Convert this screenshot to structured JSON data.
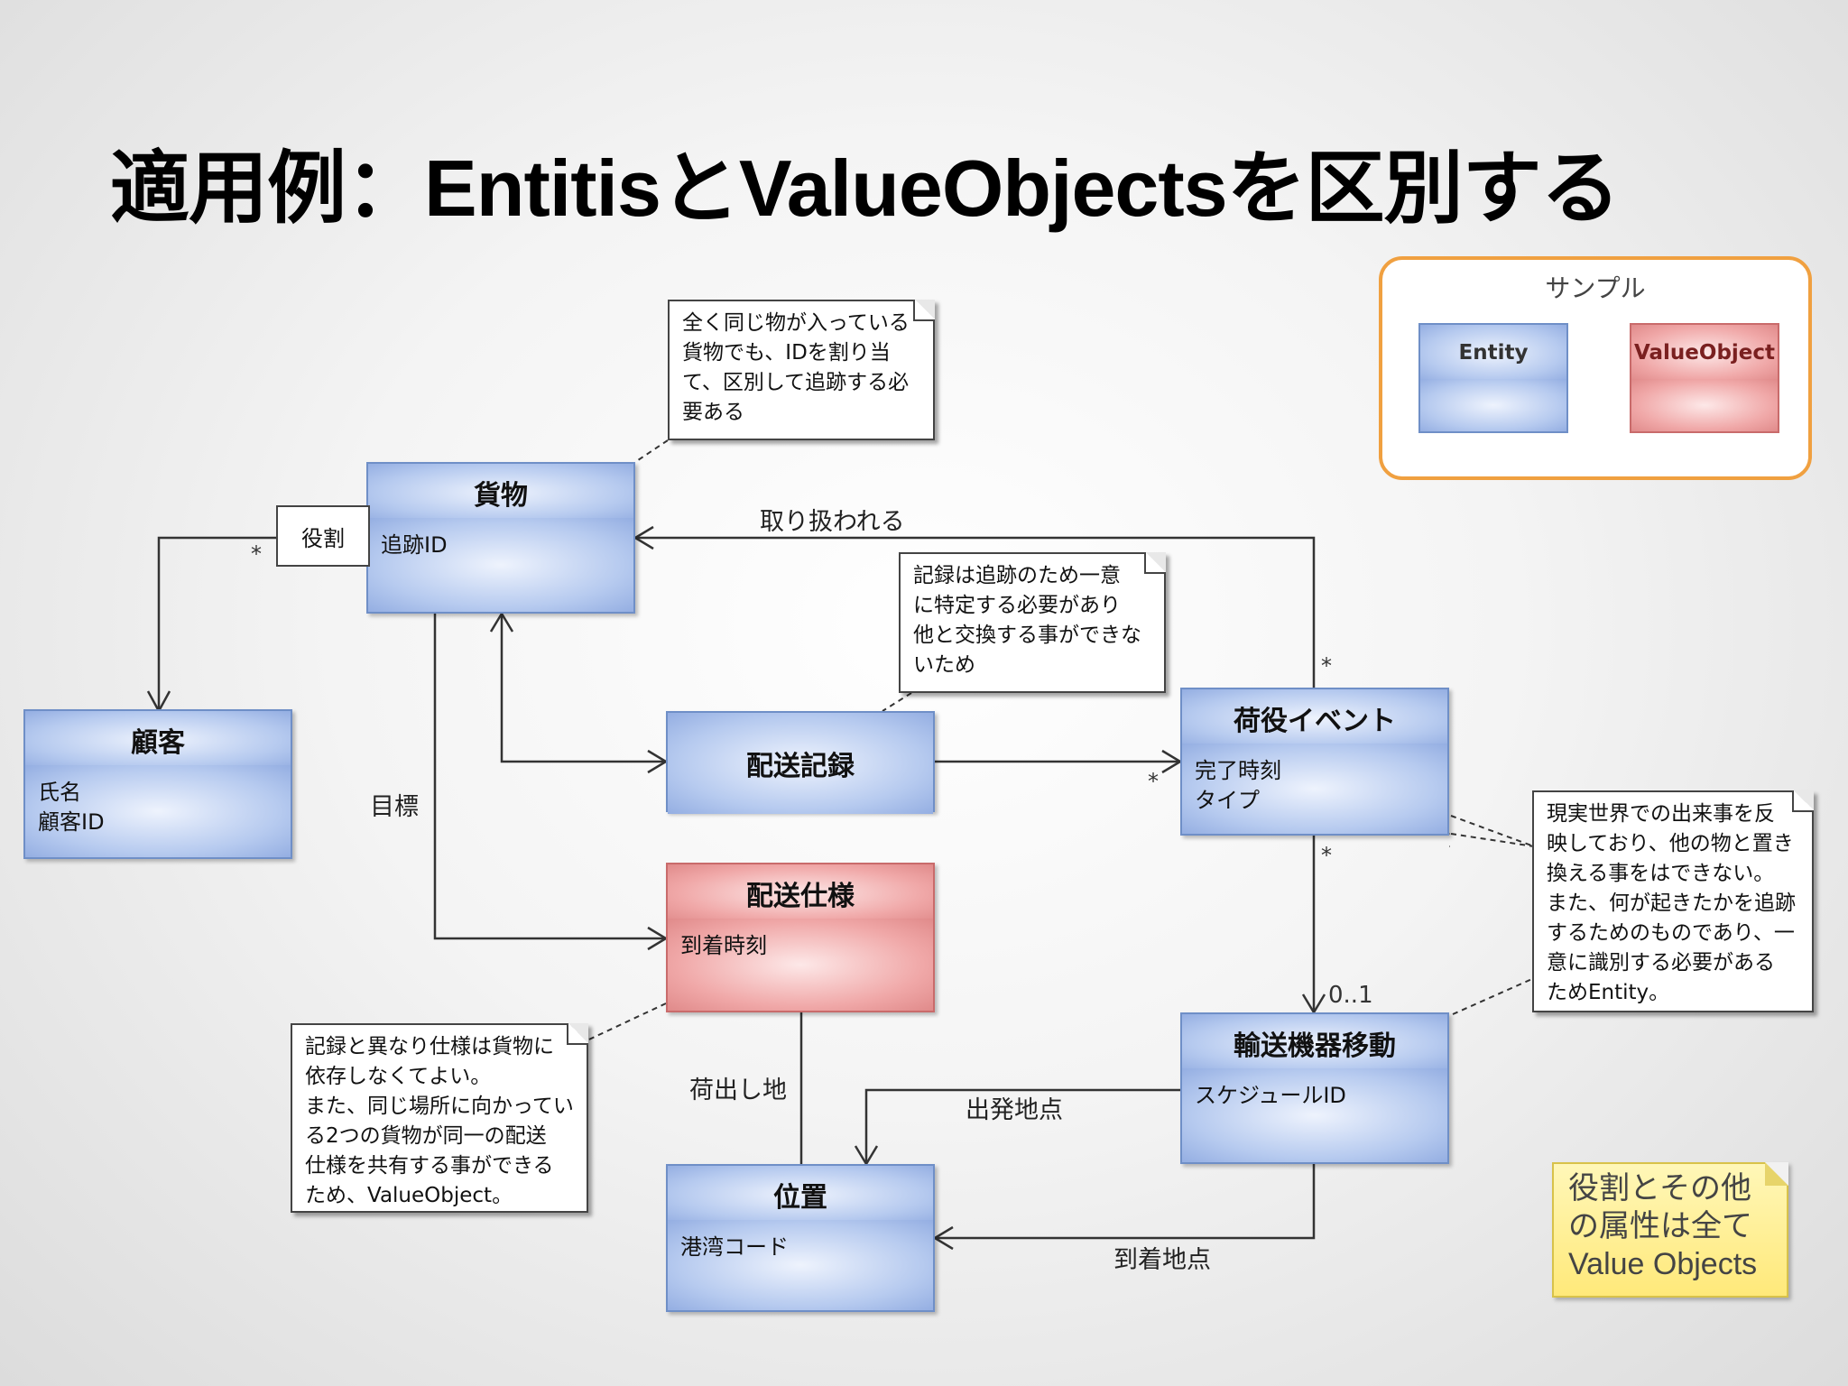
{
  "title": "適用例：EntitisとValueObjectsを区別する",
  "classes": {
    "cargo": {
      "name": "貨物",
      "attrs": [
        "追跡ID"
      ],
      "kind": "Entity"
    },
    "customer": {
      "name": "顧客",
      "attrs": [
        "氏名",
        "顧客ID"
      ],
      "kind": "Entity"
    },
    "delivery_history": {
      "name": "配送記録",
      "attrs": [],
      "kind": "Entity"
    },
    "handling_event": {
      "name": "荷役イベント",
      "attrs": [
        "完了時刻",
        "タイプ"
      ],
      "kind": "Entity"
    },
    "delivery_spec": {
      "name": "配送仕様",
      "attrs": [
        "到着時刻"
      ],
      "kind": "ValueObject"
    },
    "carrier_movement": {
      "name": "輸送機器移動",
      "attrs": [
        "スケジュールID"
      ],
      "kind": "Entity"
    },
    "location": {
      "name": "位置",
      "attrs": [
        "港湾コード"
      ],
      "kind": "Entity"
    }
  },
  "relations": {
    "role": "役割",
    "handled": "取り扱われる",
    "goal": "目標",
    "origin": "荷出し地",
    "departure": "出発地点",
    "arrival": "到着地点"
  },
  "multiplicities": {
    "customer_role": "*",
    "handled_event": "*",
    "history_event": "*",
    "event_movement": "*",
    "movement_zero_one": "0..1"
  },
  "notes": {
    "cargo": [
      "全く同じ物が入っている",
      "貨物でも、IDを割り当",
      "て、区別して追跡する必",
      "要ある"
    ],
    "history": [
      "記録は追跡のため一意",
      "に特定する必要があり",
      "他と交換する事ができな",
      "いため"
    ],
    "event": [
      "現実世界での出来事を反",
      "映しており、他の物と置き",
      "換える事をはできない。",
      "また、何が起きたかを追跡",
      "するためのものであり、一",
      "意に識別する必要がある",
      "ためEntity。"
    ],
    "spec": [
      "記録と異なり仕様は貨物に",
      "依存しなくてよい。",
      "また、同じ場所に向かってい",
      "る2つの貨物が同一の配送",
      "仕様を共有する事ができる",
      "ため、ValueObject。"
    ]
  },
  "sample": {
    "title": "サンプル",
    "entity_label": "Entity",
    "value_object_label": "ValueObject"
  },
  "sticky": [
    "役割とその他",
    "の属性は全て",
    "Value Objects"
  ],
  "colors": {
    "entity": "#a8c0ec",
    "value_object": "#f0a0a0",
    "sample_border": "#f0a040",
    "sticky": "#ffe97a"
  }
}
